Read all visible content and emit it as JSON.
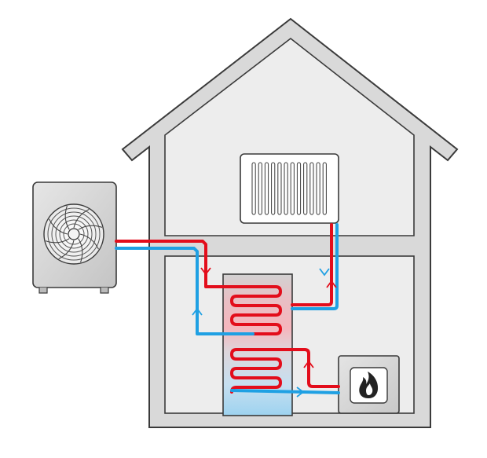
{
  "diagram": {
    "subject": "heating-system-schematic",
    "colors": {
      "hot_pipe": "#e30d1b",
      "cold_pipe": "#1fa0e3",
      "house_wall": "#d9d9d9",
      "house_outline": "#333333",
      "interior": "#ededed",
      "unit_body": "#d4d4d4",
      "tank_body": "#c9c9c9",
      "tank_hot_tint": "#f2b9bd",
      "tank_cold_tint": "#9fd2ee",
      "flame": "#222222"
    },
    "components": [
      {
        "id": "outdoor-unit",
        "icon": "fan-icon"
      },
      {
        "id": "radiator",
        "icon": "radiator-fins-icon"
      },
      {
        "id": "storage-tank",
        "icon": "coil-icon"
      },
      {
        "id": "boiler",
        "icon": "flame-icon"
      }
    ],
    "flow_markers": [
      "arrow-down",
      "arrow-up",
      "arrow-right"
    ]
  }
}
